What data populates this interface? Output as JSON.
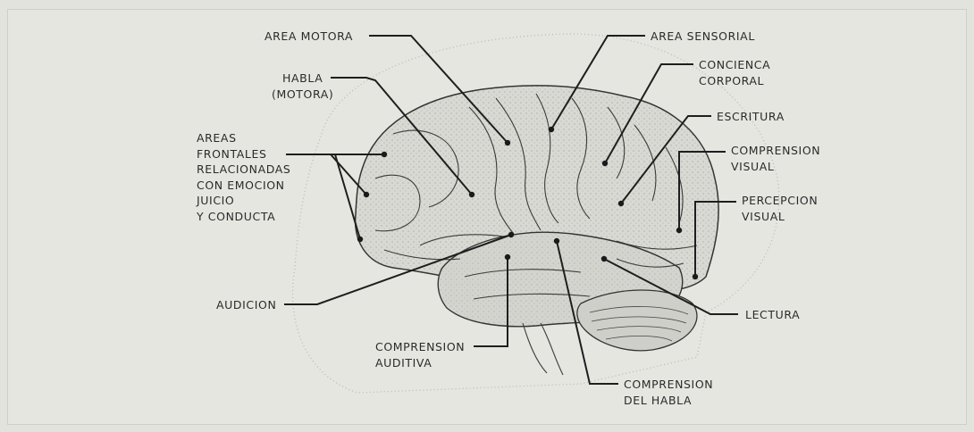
{
  "labels": {
    "area_motora": "AREA MOTORA",
    "area_sensorial": "AREA SENSORIAL",
    "habla_motora": "HABLA\n(MOTORA)",
    "conciencia_corporal": "CONCIENCA\nCORPORAL",
    "escritura": "ESCRITURA",
    "areas_frontales": "AREAS\nFRONTALES\nRELACIONADAS\nCON EMOCION\nJUICIO\nY CONDUCTA",
    "comprension_visual": "COMPRENSION\nVISUAL",
    "percepcion_visual": "PERCEPCION\nVISUAL",
    "audicion": "AUDICION",
    "lectura": "LECTURA",
    "comprension_auditiva": "COMPRENSION\nAUDITIVA",
    "comprension_habla": "COMPRENSION\nDEL HABLA"
  },
  "colors": {
    "background": "#e3e3de",
    "ink": "#2a2a2a",
    "brain_fill": "#d7d7d1"
  }
}
